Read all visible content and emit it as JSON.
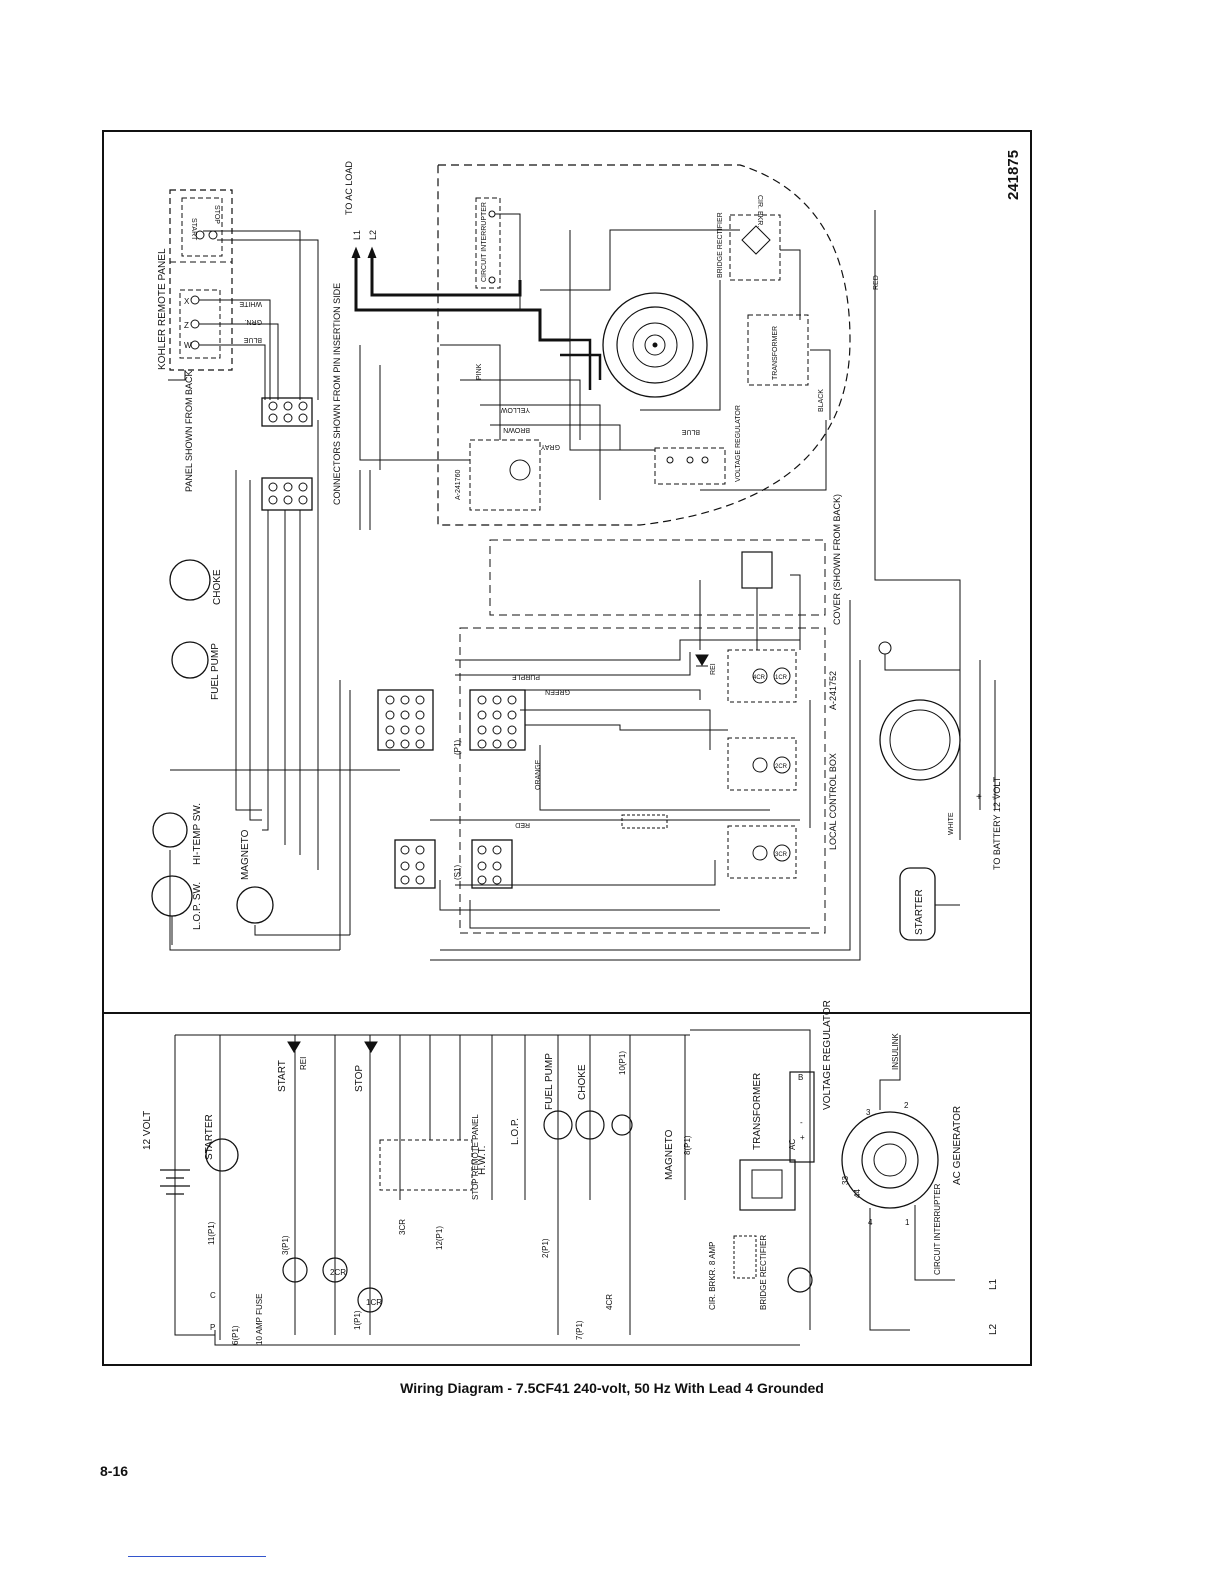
{
  "page": {
    "caption": "Wiring Diagram - 7.5CF41 240-volt, 50 Hz With Lead 4 Grounded",
    "page_number": "8-16",
    "drawing_number": "241875"
  },
  "upper_diagram": {
    "remote_panel": {
      "title": "KOHLER REMOTE PANEL",
      "note": "PANEL SHOWN FROM BACK",
      "terminals": [
        "W",
        "Z",
        "X"
      ],
      "switch_labels": [
        "START",
        "STOP"
      ],
      "wire_labels": [
        "BLUE",
        "GRN.",
        "WHITE"
      ]
    },
    "connectors_note": "CONNECTORS SHOWN FROM PIN INSERTION SIDE",
    "ac_load": {
      "label": "TO AC LOAD",
      "lines": [
        "L1",
        "L2"
      ]
    },
    "generator_components": [
      "CIRCUIT INTERRUPTER",
      "BRIDGE RECTIFIER",
      "CIR. BKR.",
      "TRANSFORMER",
      "VOLTAGE REGULATOR",
      "A-241760"
    ],
    "engine_components": [
      "CHOKE",
      "FUEL PUMP",
      "HI-TEMP SW.",
      "L.O.P. SW.",
      "MAGNETO",
      "STARTER"
    ],
    "control_box": {
      "label": "LOCAL CONTROL BOX",
      "part": "A-241752",
      "relays": [
        "1CR",
        "2CR",
        "3CR",
        "4CR"
      ],
      "diode": "REI"
    },
    "cover_label": "COVER (SHOWN FROM BACK)",
    "connector_labels": [
      "(P1)",
      "(S1)"
    ],
    "battery": {
      "label": "TO BATTERY 12 VOLT",
      "polarity": [
        "+",
        "-"
      ]
    },
    "wire_colors": [
      "PINK",
      "YELLOW",
      "BROWN",
      "GRAY",
      "BLUE",
      "BLACK",
      "WHITE",
      "RED",
      "GREEN",
      "PURPLE",
      "ORANGE"
    ]
  },
  "lower_diagram": {
    "battery": "12 VOLT",
    "labels": [
      "STARTER",
      "START",
      "STOP",
      "REI",
      "1CR",
      "2CR",
      "3CR",
      "4CR",
      "10 AMP FUSE",
      "H.W.T.",
      "L.O.P.",
      "FUEL PUMP",
      "CHOKE",
      "MAGNETO",
      "STOP REMOTE PANEL",
      "TRANSFORMER",
      "VOLTAGE REGULATOR",
      "AC GENERATOR",
      "INSULINK",
      "CIRCUIT INTERRUPTER",
      "BRIDGE RECTIFIER",
      "CIR. BRKR. 8 AMP",
      "L1",
      "L2"
    ],
    "pin_labels": [
      "1(P1)",
      "11(P1)",
      "6(P1)",
      "3(P1)",
      "12(P1)",
      "2(P1)",
      "7(P1)",
      "8(P1)",
      "10(P1)"
    ],
    "terminal_labels": [
      "C",
      "P",
      "AC",
      "+",
      "-",
      "B",
      "3",
      "2",
      "33",
      "44",
      "4",
      "1"
    ]
  },
  "colors": {
    "ink": "#111111",
    "paper": "#ffffff",
    "footer_rule": "#3355cc"
  }
}
